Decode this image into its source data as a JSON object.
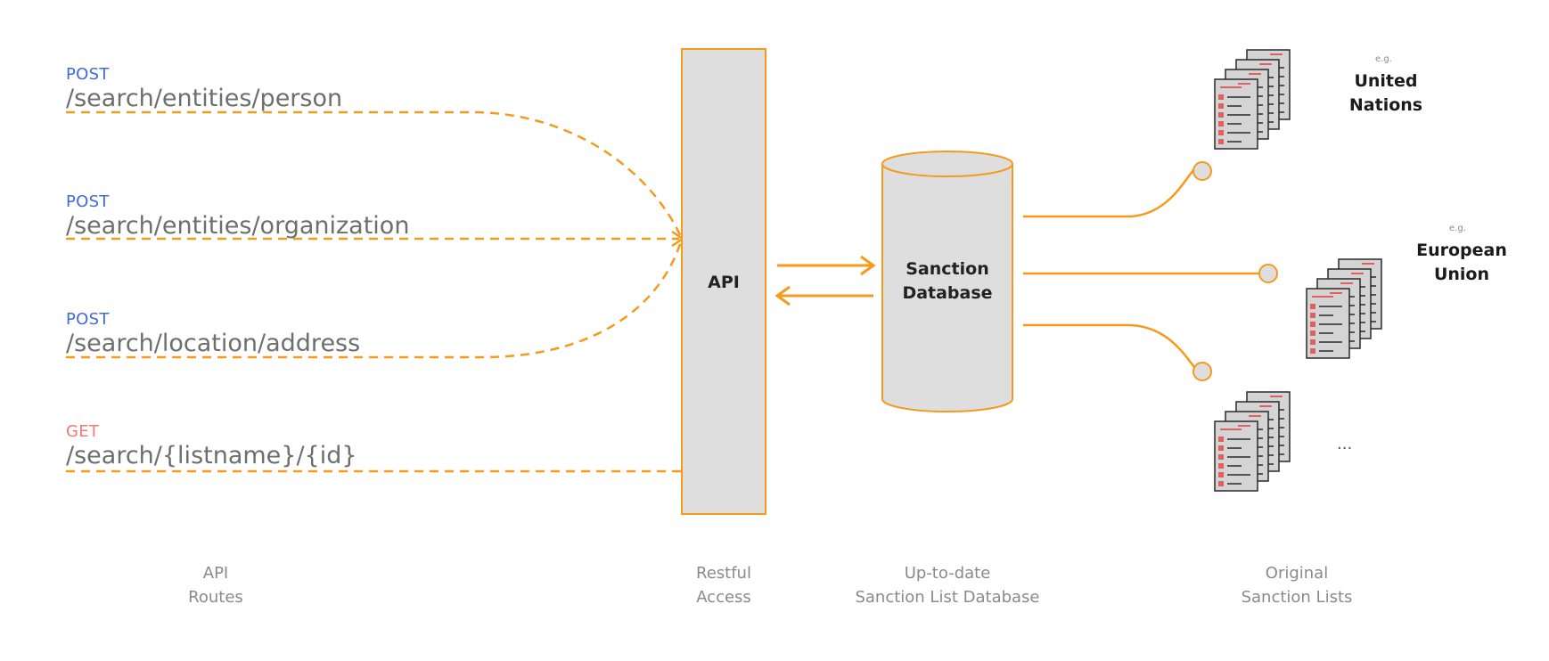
{
  "routes": [
    {
      "method": "POST",
      "path": "/search/entities/person"
    },
    {
      "method": "POST",
      "path": "/search/entities/organization"
    },
    {
      "method": "POST",
      "path": "/search/location/address"
    },
    {
      "method": "GET",
      "path": "/search/{listname}/{id}"
    }
  ],
  "api": {
    "label": "API"
  },
  "database": {
    "label_line1": "Sanction",
    "label_line2": "Database"
  },
  "sources": [
    {
      "eg": "e.g.",
      "line1": "United",
      "line2": "Nations"
    },
    {
      "eg": "e.g.",
      "line1": "European",
      "line2": "Union"
    },
    {
      "eg": "",
      "line1": "...",
      "line2": ""
    }
  ],
  "captions": {
    "routes": {
      "line1": "API",
      "line2": "Routes"
    },
    "access": {
      "line1": "Restful",
      "line2": "Access"
    },
    "database": {
      "line1": "Up-to-date",
      "line2": "Sanction List Database"
    },
    "original": {
      "line1": "Original",
      "line2": "Sanction Lists"
    }
  },
  "colors": {
    "orange": "#f59a1a",
    "post": "#3f6ad8",
    "get": "#f07a74",
    "box_fill": "#dedede",
    "doc_red": "#e06060"
  },
  "icons": [
    "document-stack-icon"
  ]
}
